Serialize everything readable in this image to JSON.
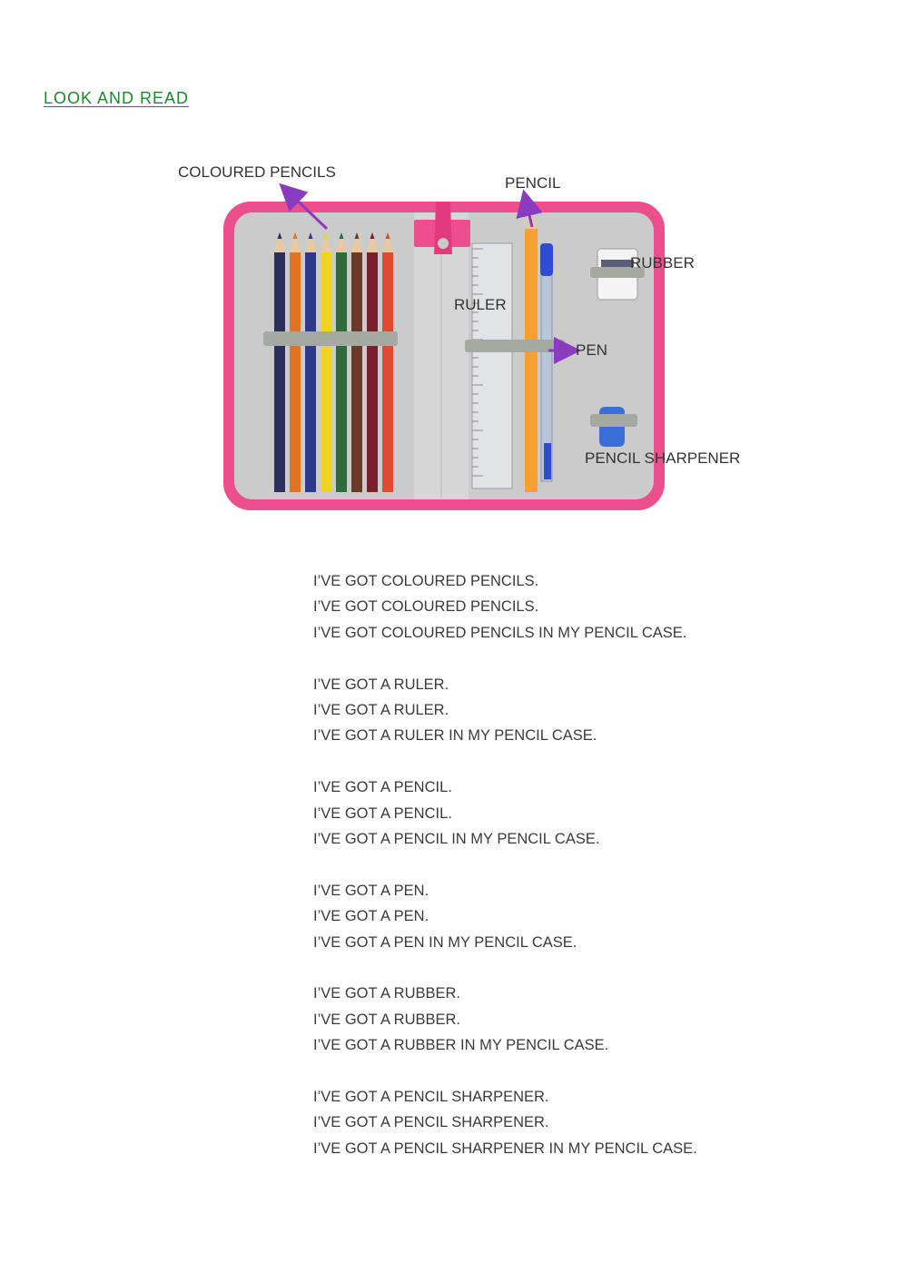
{
  "heading": "LOOK AND READ",
  "figure": {
    "labels": {
      "coloured_pencils": "COLOURED PENCILS",
      "pencil": "PENCIL",
      "rubber": "RUBBER",
      "ruler": "RULER",
      "pen": "PEN",
      "sharpener": "PENCIL SHARPENER"
    },
    "colors": {
      "case_border": "#ec4f8c",
      "case_inner": "#cbcbcb",
      "arrow": "#8b3bbf",
      "heading": "#1a8a2a"
    },
    "pencil_colors": [
      "#2b2f5e",
      "#e07224",
      "#2d3a8c",
      "#f0d520",
      "#2f6a3d",
      "#6b3b2a",
      "#7a1f2c",
      "#e04a2e"
    ]
  },
  "stanzas": [
    {
      "lines": [
        "I’VE GOT COLOURED PENCILS.",
        "I’VE GOT COLOURED PENCILS.",
        "I’VE GOT COLOURED PENCILS IN MY PENCIL CASE."
      ]
    },
    {
      "lines": [
        "I’VE GOT A RULER.",
        "I’VE GOT A RULER.",
        "I’VE GOT A RULER IN MY PENCIL CASE."
      ]
    },
    {
      "lines": [
        "I’VE GOT A PENCIL.",
        "I’VE GOT A PENCIL.",
        "I’VE GOT A PENCIL IN MY PENCIL CASE."
      ]
    },
    {
      "lines": [
        "I’VE GOT A PEN.",
        "I’VE GOT A PEN.",
        "I’VE GOT A PEN IN MY PENCIL CASE."
      ]
    },
    {
      "lines": [
        "I’VE GOT A RUBBER.",
        "I’VE GOT A RUBBER.",
        "I’VE GOT A RUBBER IN MY PENCIL CASE."
      ]
    },
    {
      "lines": [
        "I’VE GOT A PENCIL SHARPENER.",
        "I’VE GOT A PENCIL SHARPENER.",
        "I’VE GOT A PENCIL SHARPENER IN MY PENCIL CASE."
      ]
    }
  ]
}
